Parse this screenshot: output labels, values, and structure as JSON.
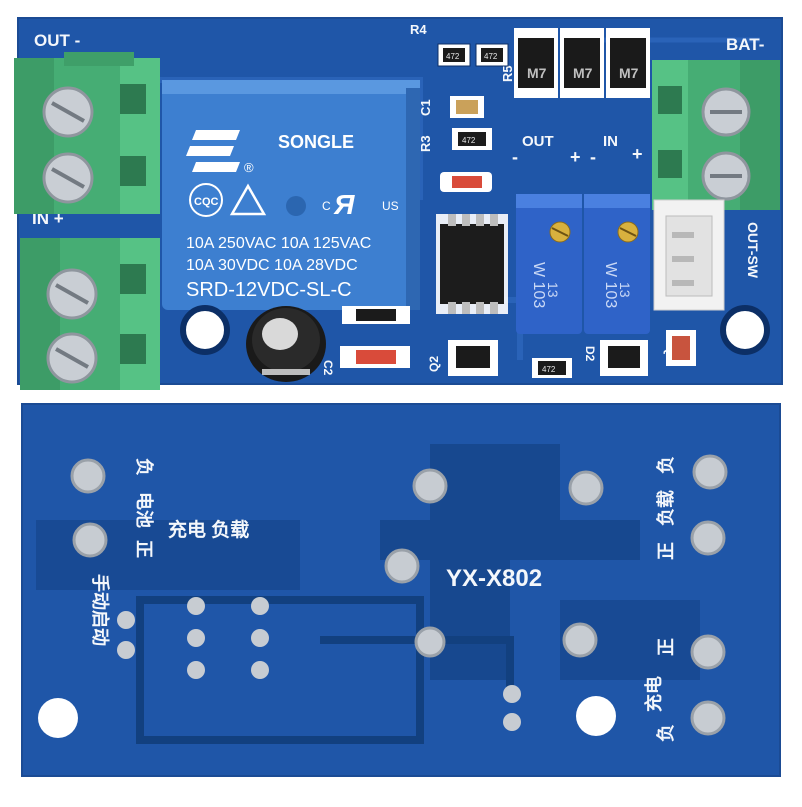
{
  "top_board": {
    "labels": {
      "out_minus": "OUT  -",
      "in_plus": "IN +",
      "bat_minus": "BAT-",
      "out_sw": "OUT-SW",
      "out_pot": "OUT",
      "in_pot": "IN",
      "r4": "R4",
      "r3": "R3",
      "c1": "C1",
      "r5": "R5",
      "q2": "Q2",
      "q1": "Q1",
      "d2": "D2",
      "c2": "C2",
      "smd_code": "472"
    },
    "relay": {
      "brand": "SONGLE",
      "line1": "10A 250VAC  10A 125VAC",
      "line2": "10A   30VDC  10A   28VDC",
      "model": "SRD-12VDC-SL-C",
      "cqc": "CQC",
      "us": "US",
      "c": "C"
    },
    "pots": {
      "code": "W 103",
      "num": "13"
    },
    "diode_code": "M7"
  },
  "bottom_board": {
    "model": "YX-X802",
    "labels": {
      "left_fu": "负",
      "left_dianchi": "电池",
      "left_zheng": "正",
      "charge_load": "充电 负载",
      "auto_start": "手动启动",
      "right_fu_top": "负",
      "right_load_top": "负载",
      "right_zheng_top": "正",
      "right_zheng_mid": "正",
      "right_charge": "充电",
      "right_fu_bottom": "负"
    }
  },
  "colors": {
    "background": "#ffffff",
    "pcb_blue": "#1f56a8",
    "pcb_dark": "#123f84",
    "terminal_green": "#4cb77c",
    "relay_blue": "#3d7fd0",
    "pot_blue": "#2f63c8",
    "silkscreen": "#f4f7fb"
  }
}
